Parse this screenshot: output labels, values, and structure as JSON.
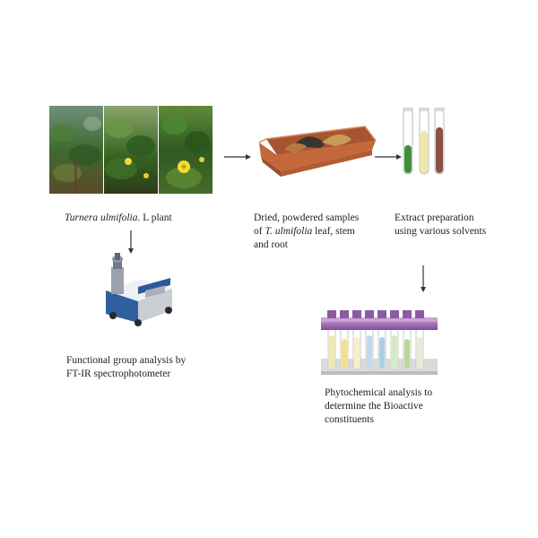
{
  "steps": {
    "plant": {
      "species": "Turnera ulmifolia",
      "suffix": ". L plant"
    },
    "samples": {
      "line1": "Dried, powdered samples",
      "line2_pre": "of ",
      "line2_species": "T. ulmifolia",
      "line2_post": " leaf, stem",
      "line3": "and root"
    },
    "extract": {
      "line1": "Extract preparation",
      "line2": "using various solvents"
    },
    "ftir": {
      "line1": "Functional group analysis by",
      "line2": "FT-IR spectrophotometer"
    },
    "phyto": {
      "line1": "Phytochemical analysis to",
      "line2": "determine the Bioactive",
      "line3": "constituents"
    }
  },
  "colors": {
    "tray": "#c4683b",
    "tube_green": "#3f8f3a",
    "tube_yellow": "#f1e6a6",
    "tube_brown": "#8a5244",
    "rack": "#9e6ab0"
  }
}
